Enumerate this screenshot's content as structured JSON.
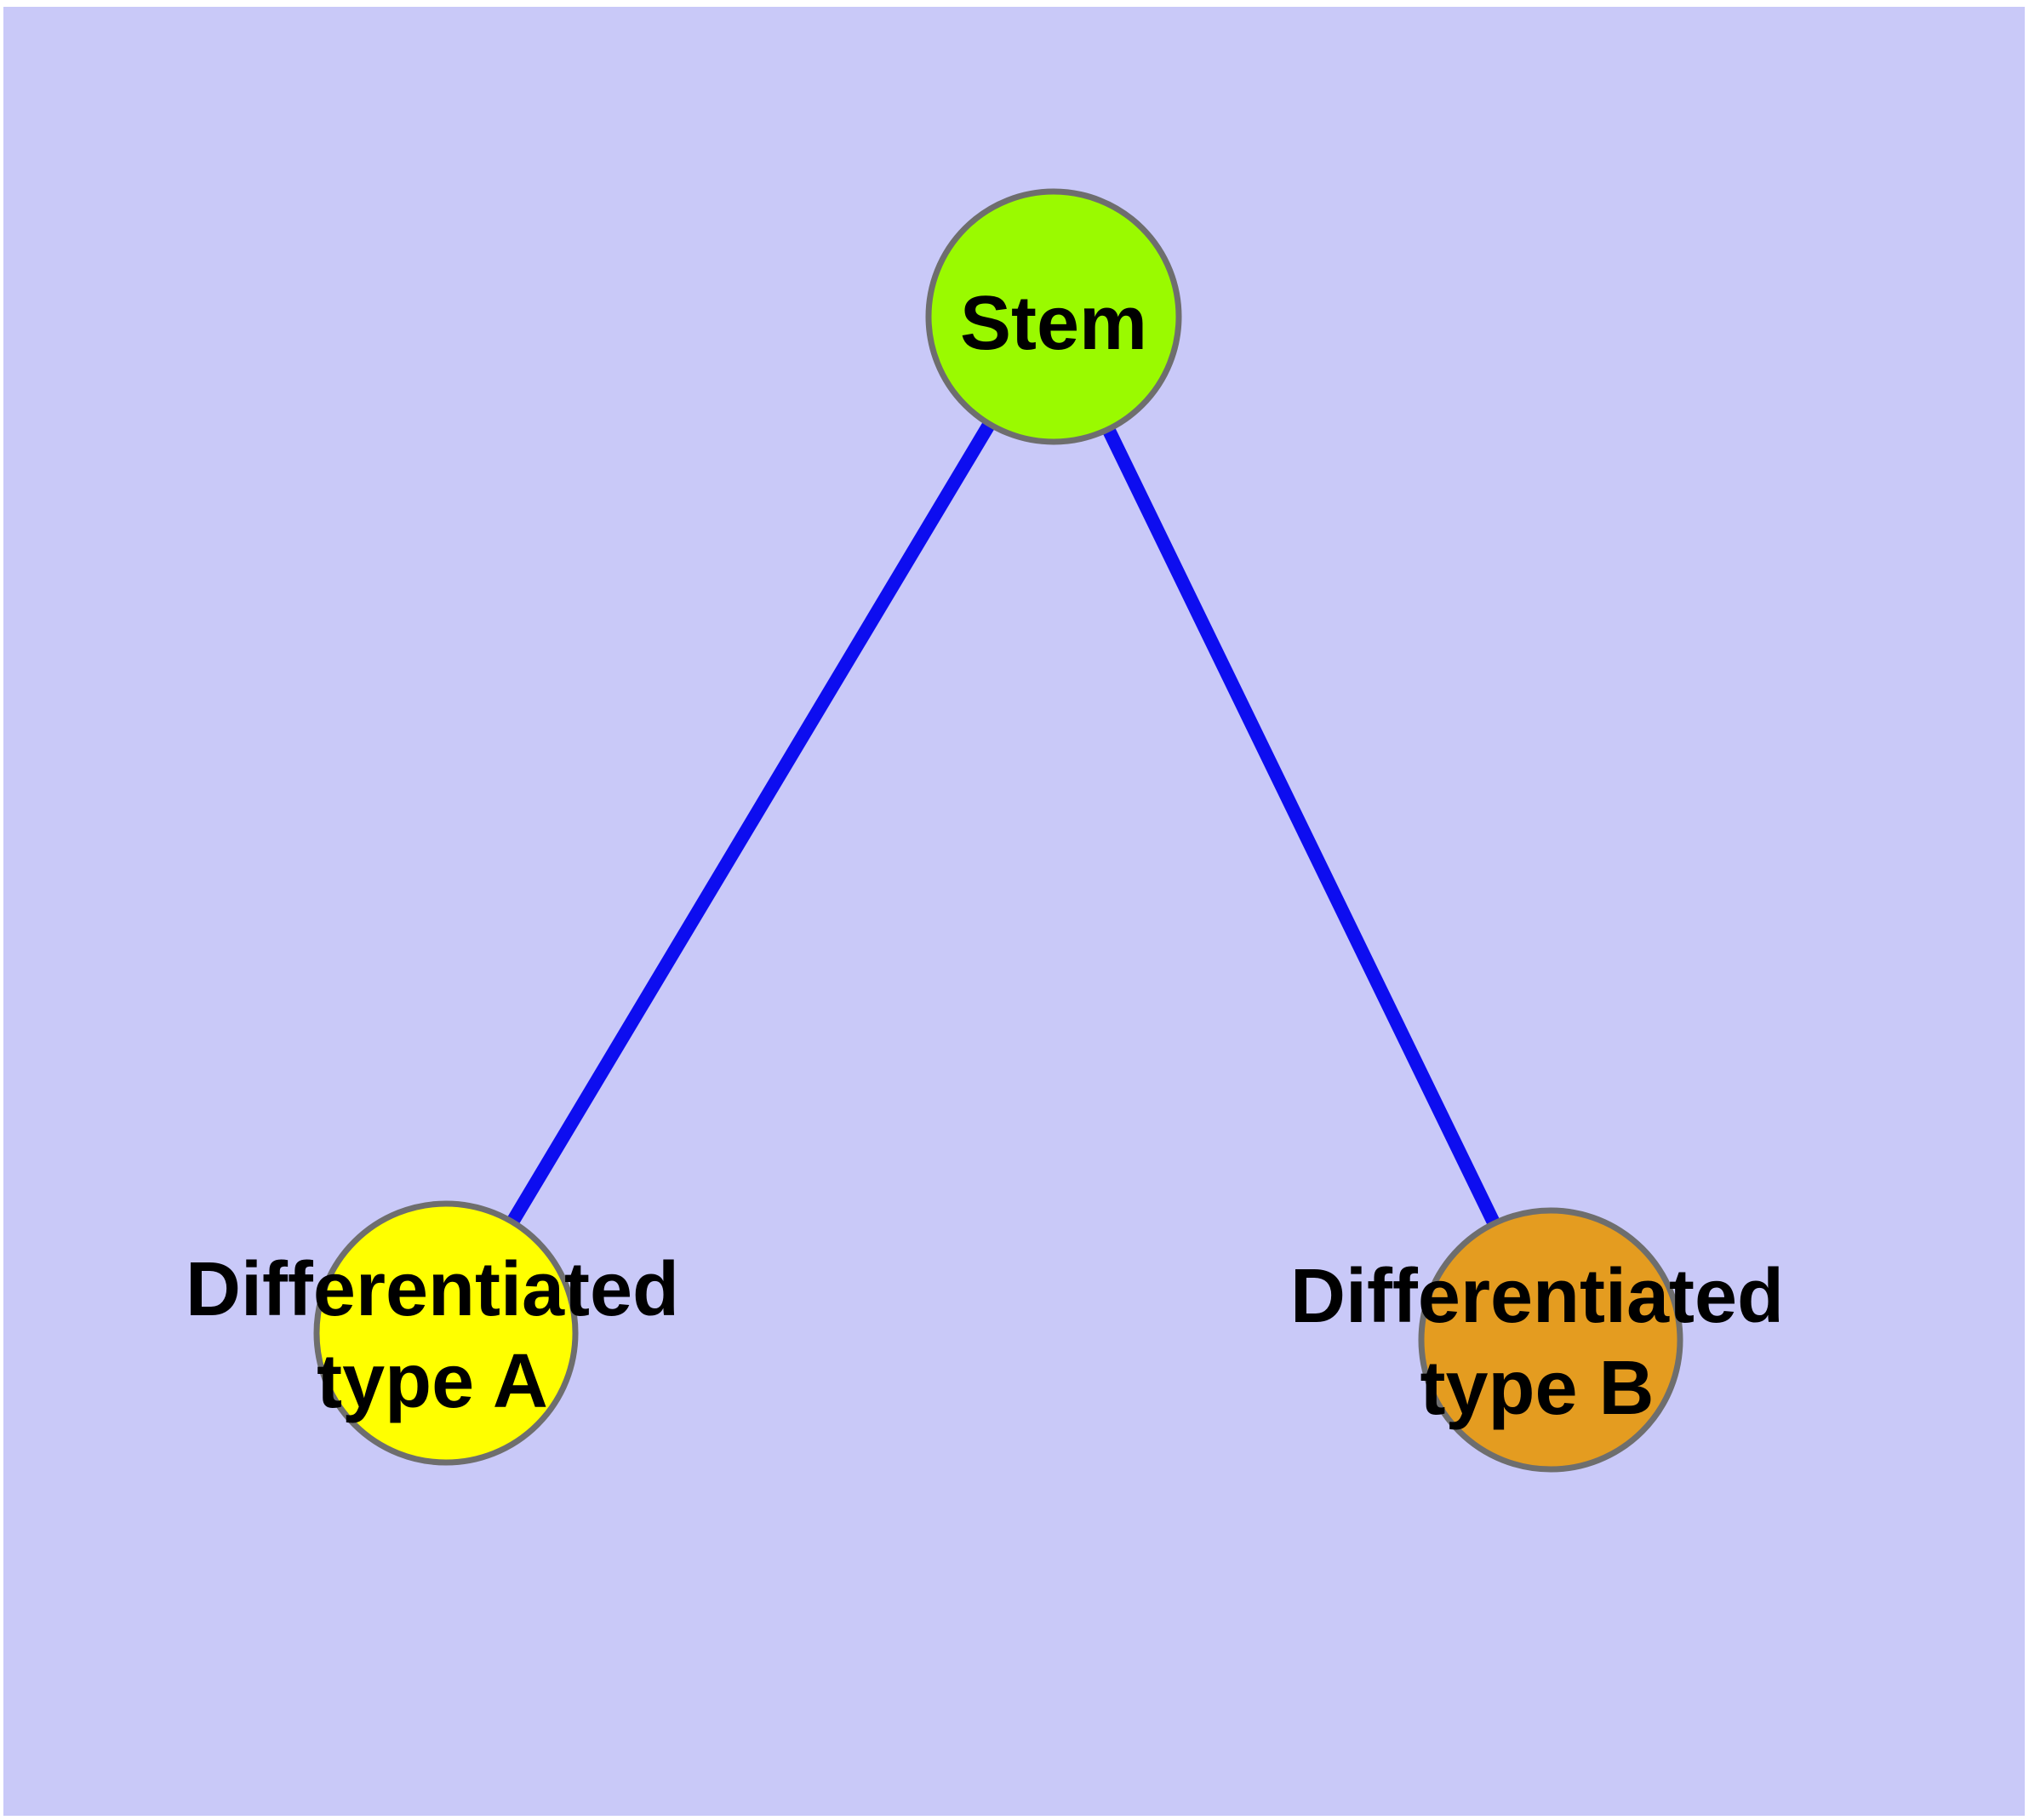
{
  "colors": {
    "page_margin": "#ffffff",
    "background": "#c9c9f8",
    "edge": "#0d0df0",
    "node_border": "#6e6e6e",
    "label_text": "#000000"
  },
  "nodes": {
    "stem": {
      "label": "Stem",
      "fill": "#9afa00"
    },
    "type_a": {
      "label_line1": "Differentiated",
      "label_line2": "type A",
      "fill": "#ffff00"
    },
    "type_b": {
      "label_line1": "Differentiated",
      "label_line2": "type B",
      "fill": "#e49c20"
    }
  },
  "edges": [
    {
      "from": "Stem",
      "to": "Differentiated type A"
    },
    {
      "from": "Stem",
      "to": "Differentiated type B"
    }
  ]
}
